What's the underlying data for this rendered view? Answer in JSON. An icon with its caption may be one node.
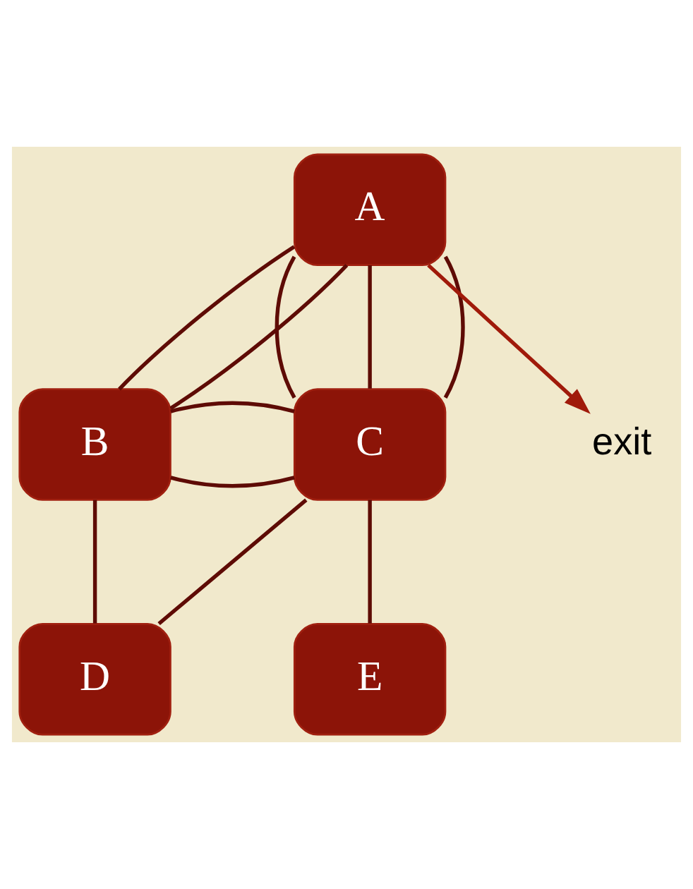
{
  "diagram": {
    "nodes": [
      {
        "text": [
          "A"
        ]
      },
      {
        "text": [
          "B"
        ]
      },
      {
        "text": [
          "C"
        ]
      },
      {
        "text": [
          "D"
        ]
      },
      {
        "text": [
          "E"
        ]
      },
      {
        "text": [
          "exit"
        ]
      }
    ],
    "edges": [
      {
        "from": 0,
        "to": 5,
        "arrow": "to",
        "color": "#a01a0a"
      },
      {
        "from": 0,
        "to": 1,
        "arrow": "none"
      },
      {
        "from": 0,
        "to": 1,
        "arrow": "none"
      },
      {
        "from": 0,
        "to": 2,
        "arrow": "none"
      },
      {
        "from": 0,
        "to": 2,
        "arrow": "none"
      },
      {
        "from": 0,
        "to": 2,
        "arrow": "none"
      },
      {
        "from": 1,
        "to": 2,
        "arrow": "none"
      },
      {
        "from": 1,
        "to": 2,
        "arrow": "none"
      },
      {
        "from": 1,
        "to": 3,
        "arrow": "none"
      },
      {
        "from": 2,
        "to": 3,
        "arrow": "none"
      },
      {
        "from": 2,
        "to": 4,
        "arrow": "none"
      }
    ]
  }
}
